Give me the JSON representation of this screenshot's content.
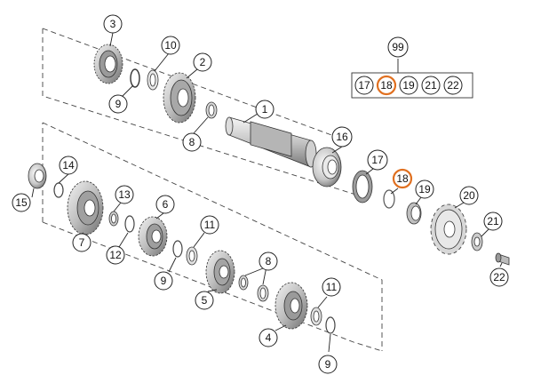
{
  "diagram": {
    "accent_color": "#e07020",
    "callouts": [
      {
        "id": "c-3a",
        "label": "3"
      },
      {
        "id": "c-10",
        "label": "10"
      },
      {
        "id": "c-2",
        "label": "2"
      },
      {
        "id": "c-9a",
        "label": "9"
      },
      {
        "id": "c-8a",
        "label": "8"
      },
      {
        "id": "c-1",
        "label": "1"
      },
      {
        "id": "c-16",
        "label": "16"
      },
      {
        "id": "c-17",
        "label": "17"
      },
      {
        "id": "c-18",
        "label": "18",
        "highlighted": true
      },
      {
        "id": "c-19",
        "label": "19"
      },
      {
        "id": "c-20",
        "label": "20"
      },
      {
        "id": "c-21",
        "label": "21"
      },
      {
        "id": "c-22",
        "label": "22"
      },
      {
        "id": "c-14",
        "label": "14"
      },
      {
        "id": "c-15",
        "label": "15"
      },
      {
        "id": "c-13",
        "label": "13"
      },
      {
        "id": "c-7",
        "label": "7"
      },
      {
        "id": "c-6",
        "label": "6"
      },
      {
        "id": "c-12",
        "label": "12"
      },
      {
        "id": "c-11a",
        "label": "11"
      },
      {
        "id": "c-9b",
        "label": "9"
      },
      {
        "id": "c-5",
        "label": "5"
      },
      {
        "id": "c-8b",
        "label": "8"
      },
      {
        "id": "c-11b",
        "label": "11"
      },
      {
        "id": "c-4",
        "label": "4"
      },
      {
        "id": "c-9c",
        "label": "9"
      }
    ],
    "kit": {
      "label": "99",
      "items": [
        {
          "label": "17"
        },
        {
          "label": "18",
          "highlighted": true
        },
        {
          "label": "19"
        },
        {
          "label": "21"
        },
        {
          "label": "22"
        }
      ]
    }
  }
}
